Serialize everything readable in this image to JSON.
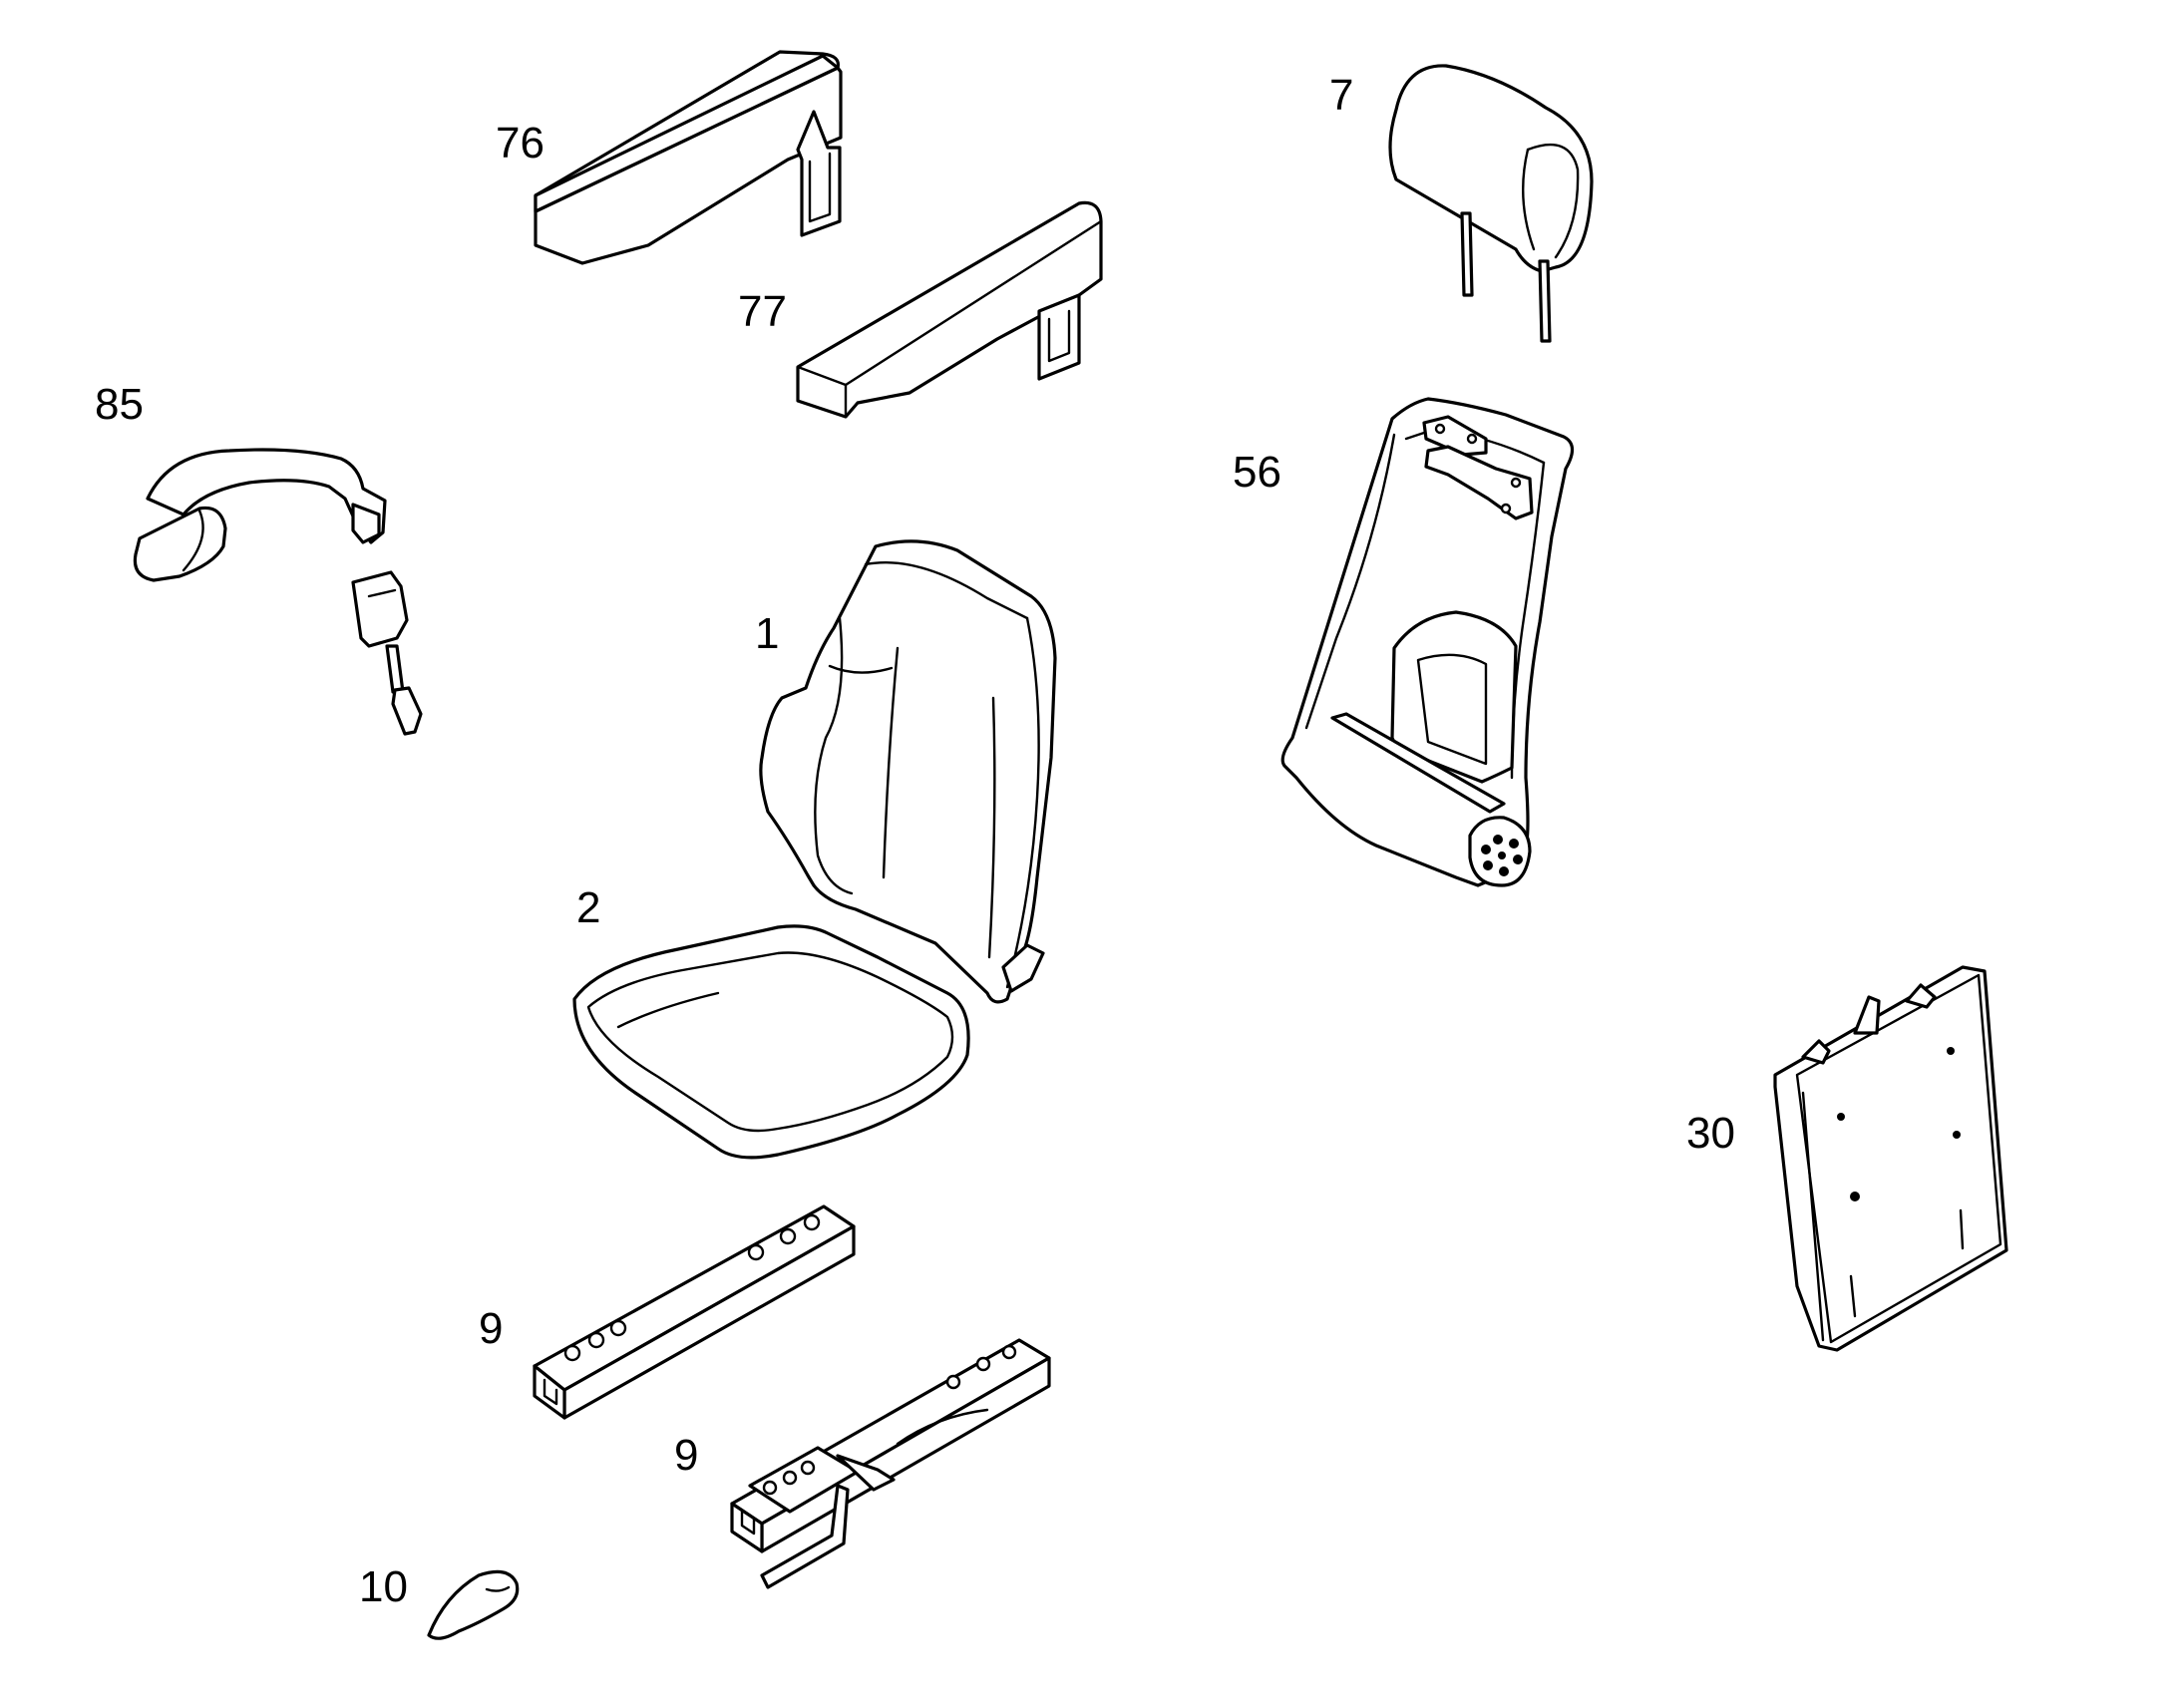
{
  "diagram": {
    "callouts": {
      "c76": "76",
      "c77": "77",
      "c7": "7",
      "c85": "85",
      "c56": "56",
      "c1": "1",
      "c2": "2",
      "c30": "30",
      "c9a": "9",
      "c9b": "9",
      "c10": "10"
    },
    "line_color": "#000000",
    "background": "#ffffff"
  }
}
